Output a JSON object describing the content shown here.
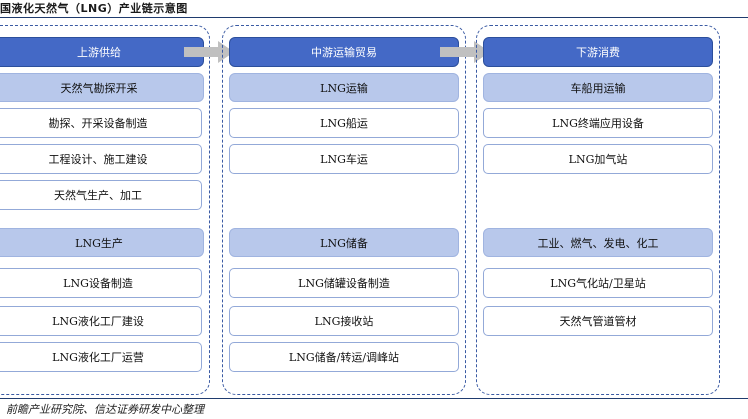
{
  "title": "国液化天然气（LNG）产业链示意图",
  "source": "前瞻产业研究院、信达证券研发中心整理",
  "colors": {
    "header_fill": "#4469c6",
    "sub_fill": "#b8c8eb",
    "border": "#3a5aa3",
    "arrow": "#c0c0c0"
  },
  "upstream": {
    "header": "上游供给",
    "group1": {
      "title": "天然气勘探开采",
      "items": [
        "勘探、开采设备制造",
        "工程设计、施工建设",
        "天然气生产、加工"
      ]
    },
    "group2": {
      "title": "LNG生产",
      "items": [
        "LNG设备制造",
        "LNG液化工厂建设",
        "LNG液化工厂运营"
      ]
    }
  },
  "midstream": {
    "header": "中游运输贸易",
    "group1": {
      "title": "LNG运输",
      "items": [
        "LNG船运",
        "LNG车运"
      ]
    },
    "group2": {
      "title": "LNG储备",
      "items": [
        "LNG储罐设备制造",
        "LNG接收站",
        "LNG储备/转运/调峰站"
      ]
    }
  },
  "downstream": {
    "header": "下游消费",
    "group1": {
      "title": "车船用运输",
      "items": [
        "LNG终端应用设备",
        "LNG加气站"
      ]
    },
    "group2": {
      "title": "工业、燃气、发电、化工",
      "items": [
        "LNG气化站/卫星站",
        "天然气管道管材"
      ]
    }
  }
}
